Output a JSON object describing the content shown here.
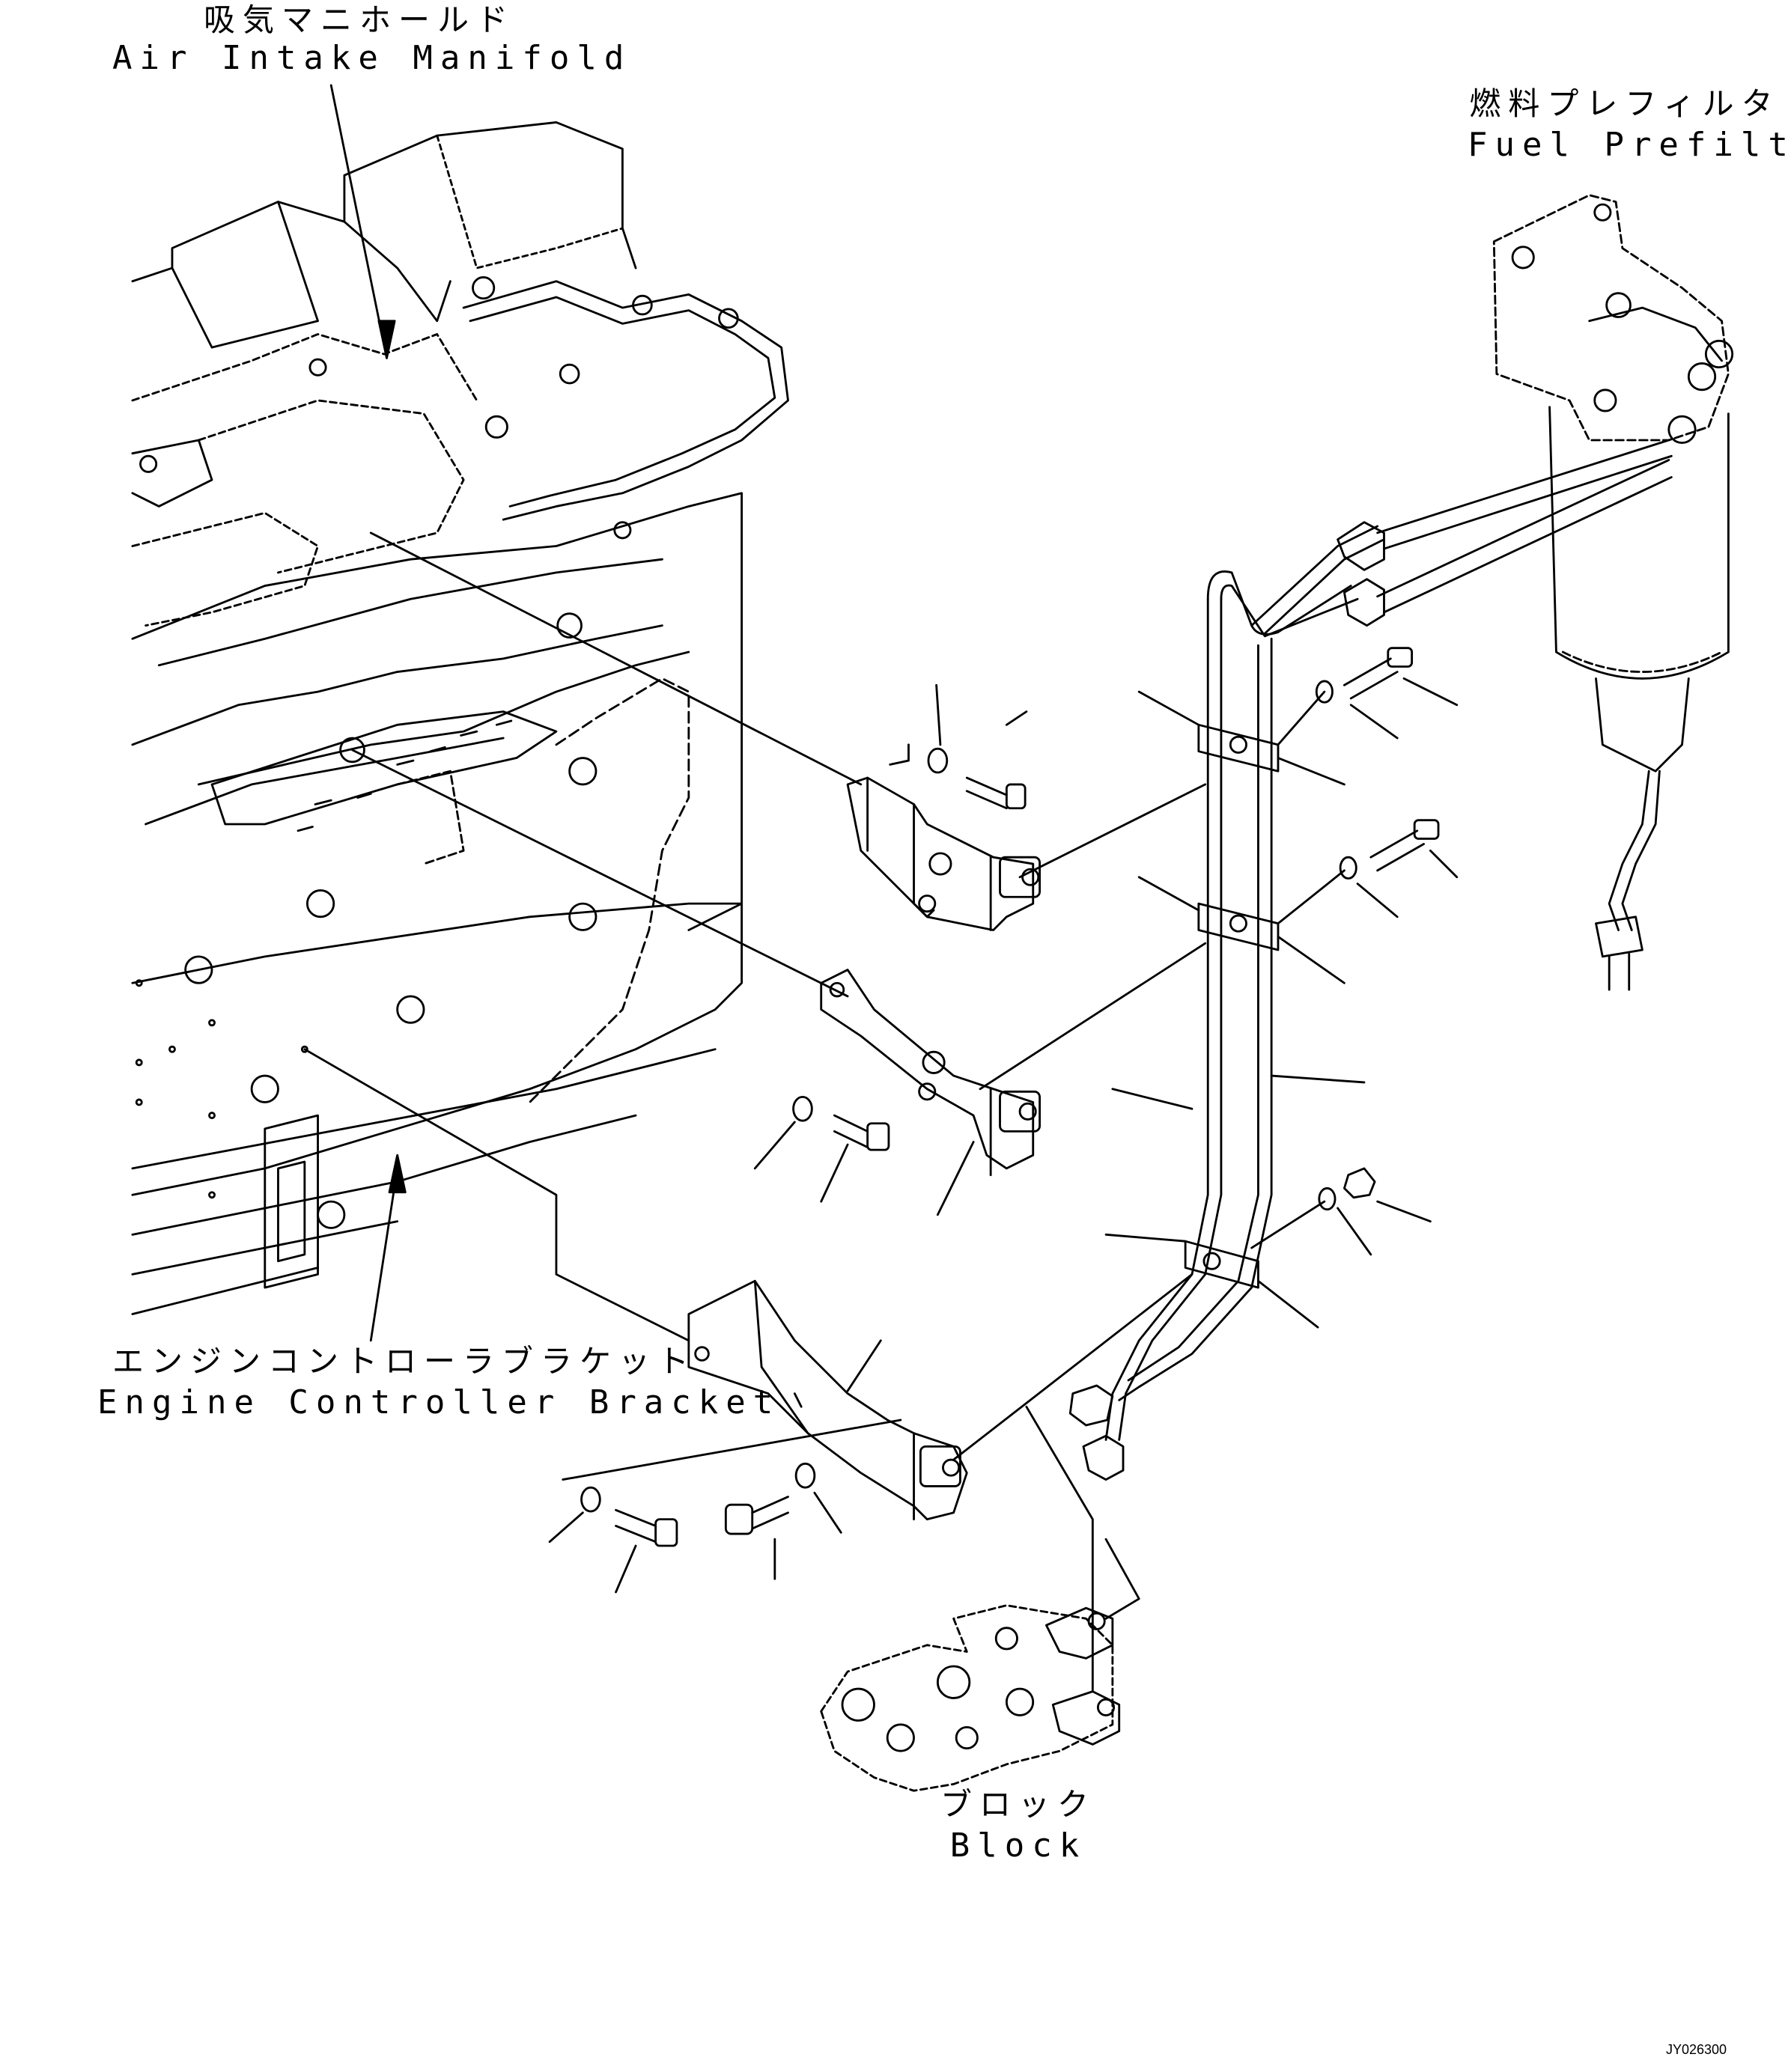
{
  "labels": {
    "air_intake_manifold": {
      "jp": "吸気マニホールド",
      "en": "Air Intake Manifold"
    },
    "fuel_prefilter": {
      "jp": "燃料プレフィルタ",
      "en": "Fuel Prefilter"
    },
    "engine_controller_bracket": {
      "jp": "エンジンコントローラブラケット",
      "en": "Engine Controller Bracket"
    },
    "block": {
      "jp": "ブロック",
      "en": "Block"
    }
  },
  "drawing_code": "JY026300"
}
